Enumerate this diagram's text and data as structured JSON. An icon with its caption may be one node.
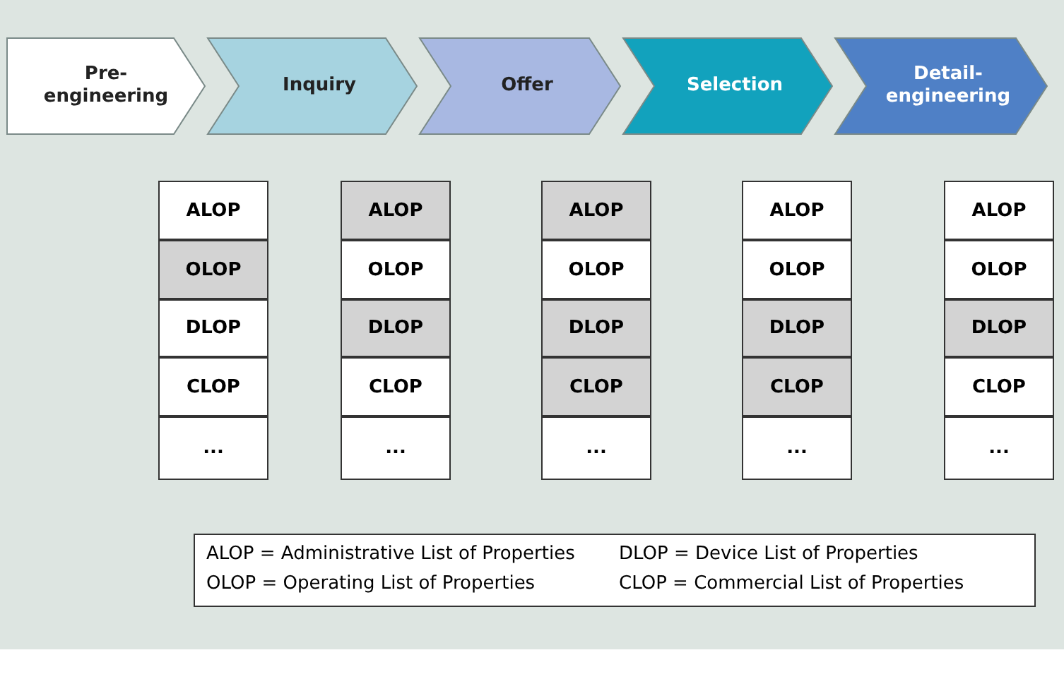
{
  "diagram": {
    "nodes": [
      {
        "text": [
          "Pre- engineering"
        ]
      },
      {
        "text": [
          "Inquiry"
        ]
      },
      {
        "text": [
          "Offer"
        ]
      },
      {
        "text": [
          "Selection"
        ]
      },
      {
        "text": [
          "Detail- engineering"
        ]
      },
      {
        "text": [
          "ALOP"
        ]
      },
      {
        "text": [
          "OLOP"
        ]
      },
      {
        "text": [
          "DLOP"
        ]
      },
      {
        "text": [
          "CLOP"
        ]
      },
      {
        "text": [
          "..."
        ]
      },
      {
        "text": [
          "ALOP"
        ]
      },
      {
        "text": [
          "OLOP"
        ]
      },
      {
        "text": [
          "DLOP"
        ]
      },
      {
        "text": [
          "CLOP"
        ]
      },
      {
        "text": [
          "..."
        ]
      },
      {
        "text": [
          "ALOP"
        ]
      },
      {
        "text": [
          "OLOP"
        ]
      },
      {
        "text": [
          "DLOP"
        ]
      },
      {
        "text": [
          "CLOP"
        ]
      },
      {
        "text": [
          "..."
        ]
      },
      {
        "text": [
          "ALOP"
        ]
      },
      {
        "text": [
          "OLOP"
        ]
      },
      {
        "text": [
          "DLOP"
        ]
      },
      {
        "text": [
          "CLOP"
        ]
      },
      {
        "text": [
          "..."
        ]
      },
      {
        "text": [
          "ALOP"
        ]
      },
      {
        "text": [
          "OLOP"
        ]
      },
      {
        "text": [
          "DLOP"
        ]
      },
      {
        "text": [
          "CLOP"
        ]
      },
      {
        "text": [
          "..."
        ]
      }
    ],
    "labels": [
      "ALOP = Administrative List of Properties",
      "DLOP = Device List of Properties",
      "OLOP = Operating List of Properties",
      "CLOP = Commercial List of Properties"
    ]
  }
}
